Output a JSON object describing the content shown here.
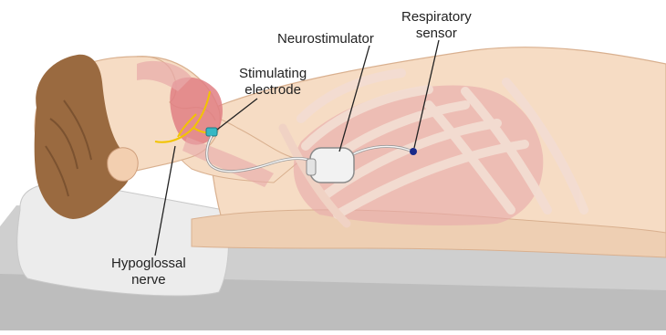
{
  "labels": {
    "respiratory_sensor": [
      "Respiratory",
      "sensor"
    ],
    "neurostimulator": "Neurostimulator",
    "stimulating_electrode": [
      "Stimulating",
      "electrode"
    ],
    "hypoglossal_nerve": [
      "Hypoglossal",
      "nerve"
    ]
  },
  "colors": {
    "skin": "#f6dcc4",
    "skin_shadow": "#e9c3a3",
    "hair": "#9a6a40",
    "organ": "#e8a9aa",
    "ribs": "#f3ddd2",
    "bed": "#cfcfcf",
    "pillow": "#ececec",
    "nerve": "#f2c400",
    "electrode": "#36b8c4",
    "sensor": "#1a2a8a",
    "device": "#f2f2f2",
    "lead_line": "#222222"
  }
}
